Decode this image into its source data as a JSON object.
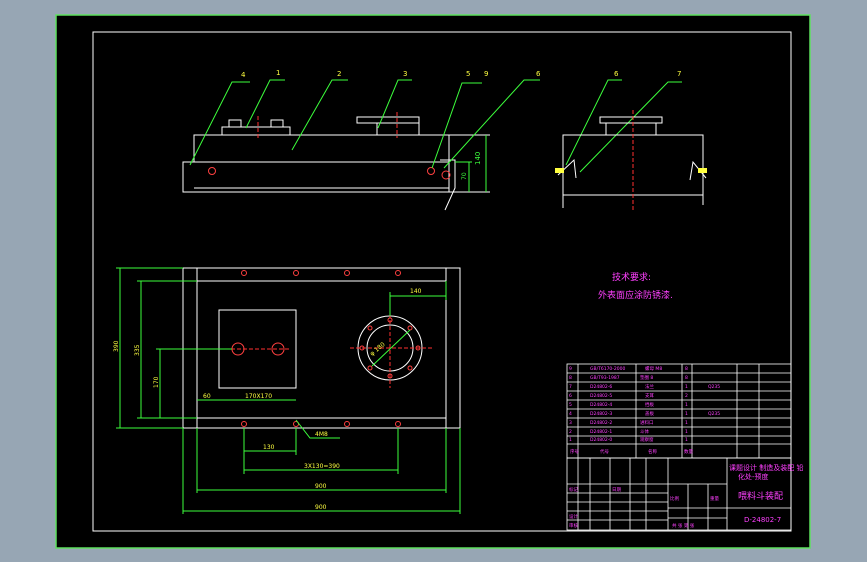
{
  "drawing": {
    "balloons": [
      "4",
      "1",
      "2",
      "3",
      "5",
      "9",
      "6",
      "6",
      "7"
    ],
    "dims": {
      "h140": "140",
      "h70": "70",
      "w140": "140",
      "d180": "φ 180",
      "v390": "390",
      "v335": "335",
      "v170": "170",
      "w60": "60",
      "w170": "170X170",
      "w4m8": "4M8",
      "w130": "130",
      "w3x": "3X130=390",
      "w900": "900",
      "w900b": "900"
    }
  },
  "tech_req": {
    "title": "技术要求:",
    "line1": "外表面应涂防锈漆."
  },
  "title_block": {
    "project": "课题设计  制造及装配  铅",
    "project2": "化处-预度",
    "drawing_name": "喂料斗装配",
    "drawing_no": "D-24802-7",
    "row_label": "序号",
    "code_label": "代号",
    "name_label": "名称",
    "qty_label": "数量",
    "mark_label": "标记",
    "date_label": "日期",
    "scale_label": "比例",
    "weight_label": "重量",
    "sheet_label": "共  张  第  张",
    "design_label": "设计",
    "check_label": "审核"
  }
}
